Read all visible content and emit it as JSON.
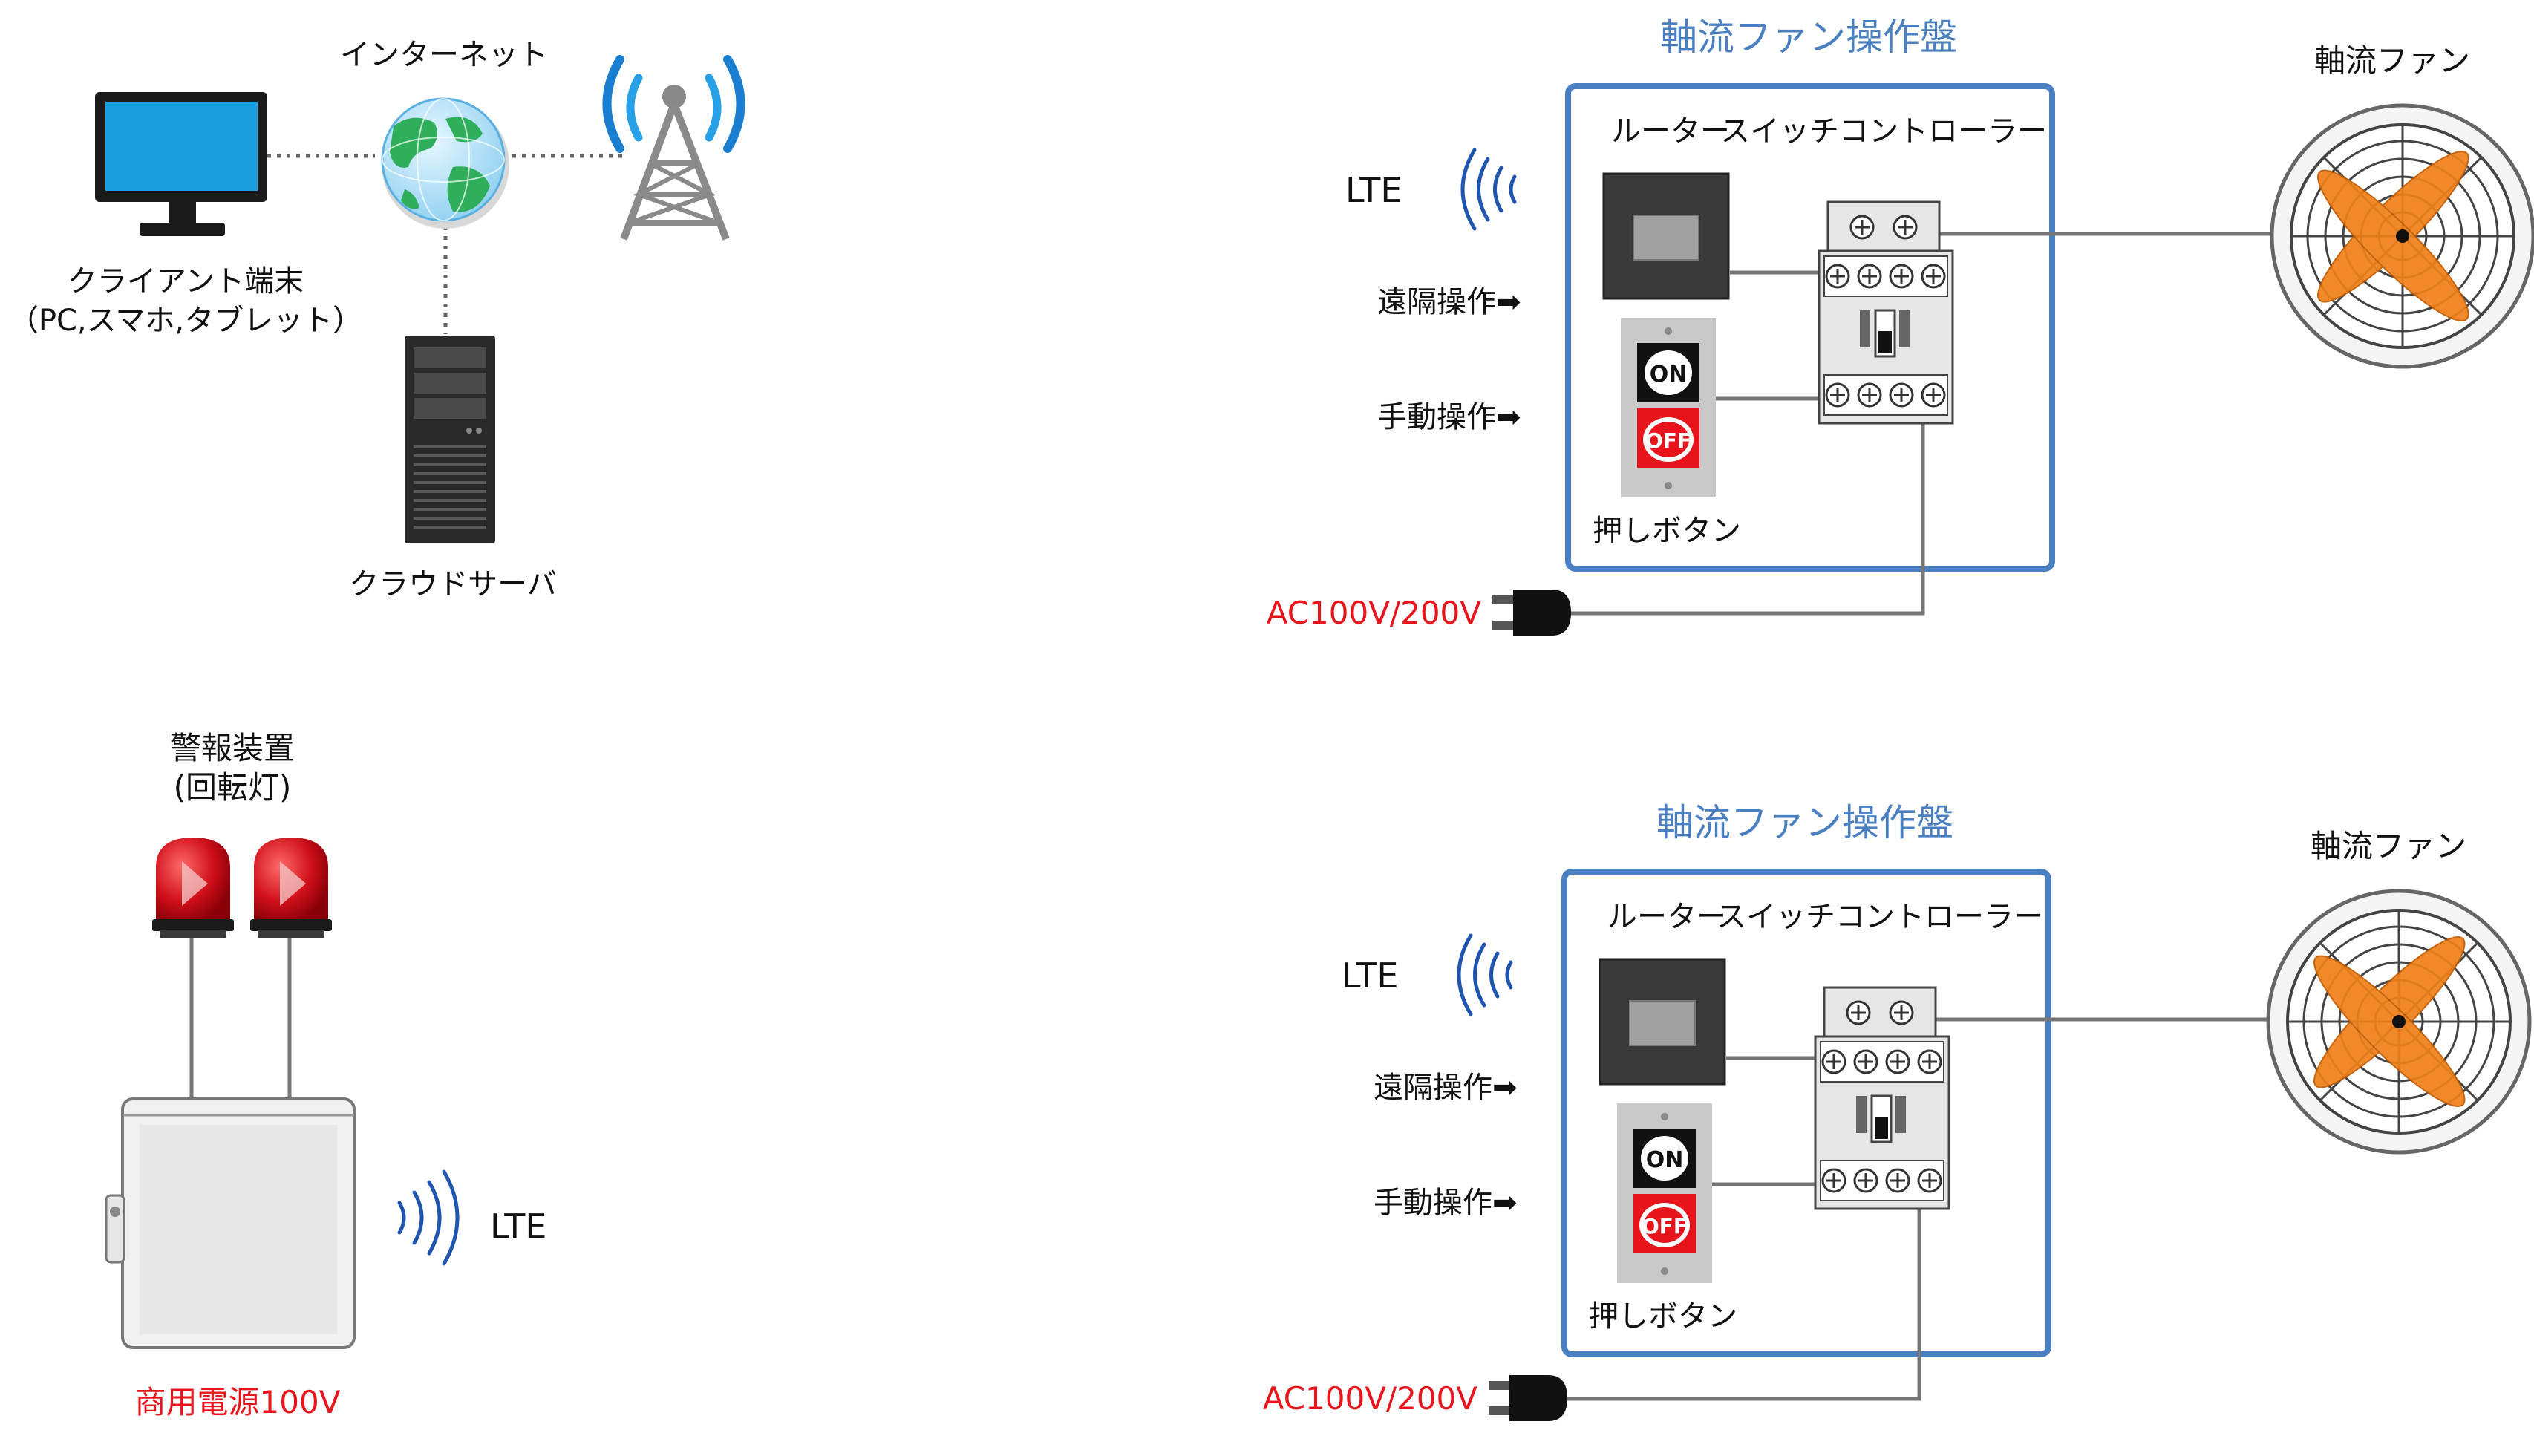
{
  "network": {
    "internet_label": "インターネット",
    "client_label_1": "クライアント端末",
    "client_label_2": "（PC,スマホ,タブレット）",
    "server_label": "クラウドサーバ"
  },
  "alarm": {
    "title_1": "警報装置",
    "title_2": "(回転灯)",
    "lte_label": "LTE",
    "power_label": "商用電源100V"
  },
  "panel_top": {
    "title": "軸流ファン操作盤",
    "router_label": "ルーター",
    "controller_label": "スイッチコントローラー",
    "fan_label": "軸流ファン",
    "lte_label": "LTE",
    "remote_label": "遠隔操作➡",
    "manual_label": "手動操作➡",
    "on_label": "ON",
    "off_label": "OFF",
    "pushbutton_label": "押しボタン",
    "ac_label": "AC100V/200V"
  },
  "panel_bottom": {
    "title": "軸流ファン操作盤",
    "router_label": "ルーター",
    "controller_label": "スイッチコントローラー",
    "fan_label": "軸流ファン",
    "lte_label": "LTE",
    "remote_label": "遠隔操作➡",
    "manual_label": "手動操作➡",
    "on_label": "ON",
    "off_label": "OFF",
    "pushbutton_label": "押しボタン",
    "ac_label": "AC100V/200V"
  },
  "colors": {
    "accent_blue": "#4a7fc1",
    "alert_red": "#e8141b",
    "fan_orange": "#f08018"
  }
}
